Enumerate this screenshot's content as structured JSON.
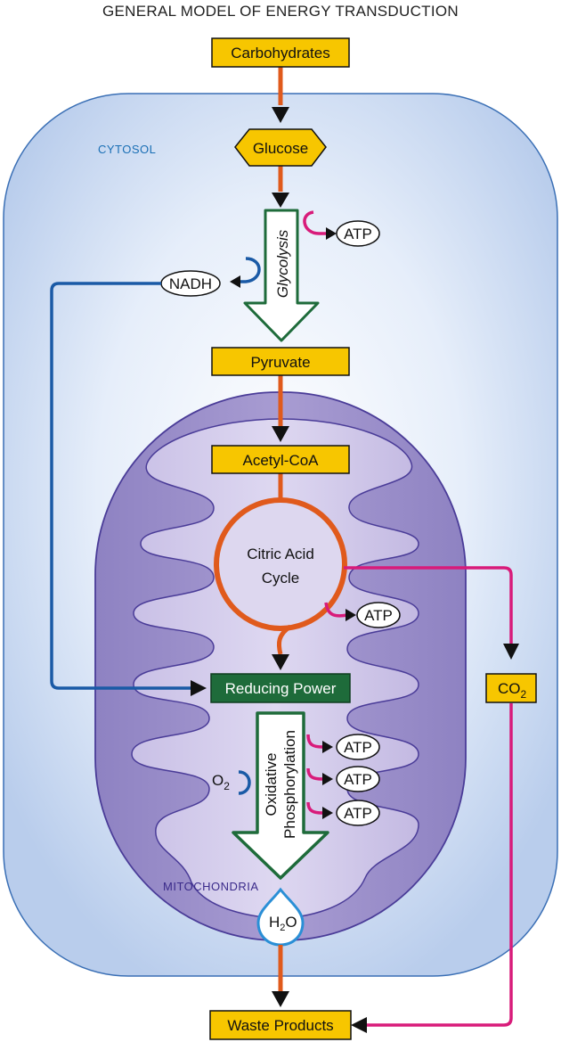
{
  "title": "GENERAL MODEL OF ENERGY TRANSDUCTION",
  "regions": {
    "cytosol": "CYTOSOL",
    "mitochondria": "MITOCHONDRIA"
  },
  "nodes": {
    "carbohydrates": "Carbohydrates",
    "glucose": "Glucose",
    "glycolysis": "Glycolysis",
    "pyruvate": "Pyruvate",
    "acetyl_coa": "Acetyl-CoA",
    "citric_acid_cycle_line1": "Citric Acid",
    "citric_acid_cycle_line2": "Cycle",
    "reducing_power": "Reducing Power",
    "oxidative_line1": "Oxidative",
    "oxidative_line2": "Phosphorylation",
    "waste_products": "Waste Products"
  },
  "molecules": {
    "atp": "ATP",
    "nadh": "NADH",
    "o2_main": "O",
    "o2_sub": "2",
    "co2_main": "CO",
    "co2_sub": "2",
    "h2o_h": "H",
    "h2o_sub": "2",
    "h2o_o": "O"
  },
  "colors": {
    "yellow_box": "#f7c600",
    "orange_arrow": "#e05a1c",
    "magenta": "#d81b7a",
    "blue": "#1a5aa6",
    "green": "#1e6b3a",
    "cytosol_label": "#1a6fb5",
    "mito_label": "#3a2a8a"
  }
}
